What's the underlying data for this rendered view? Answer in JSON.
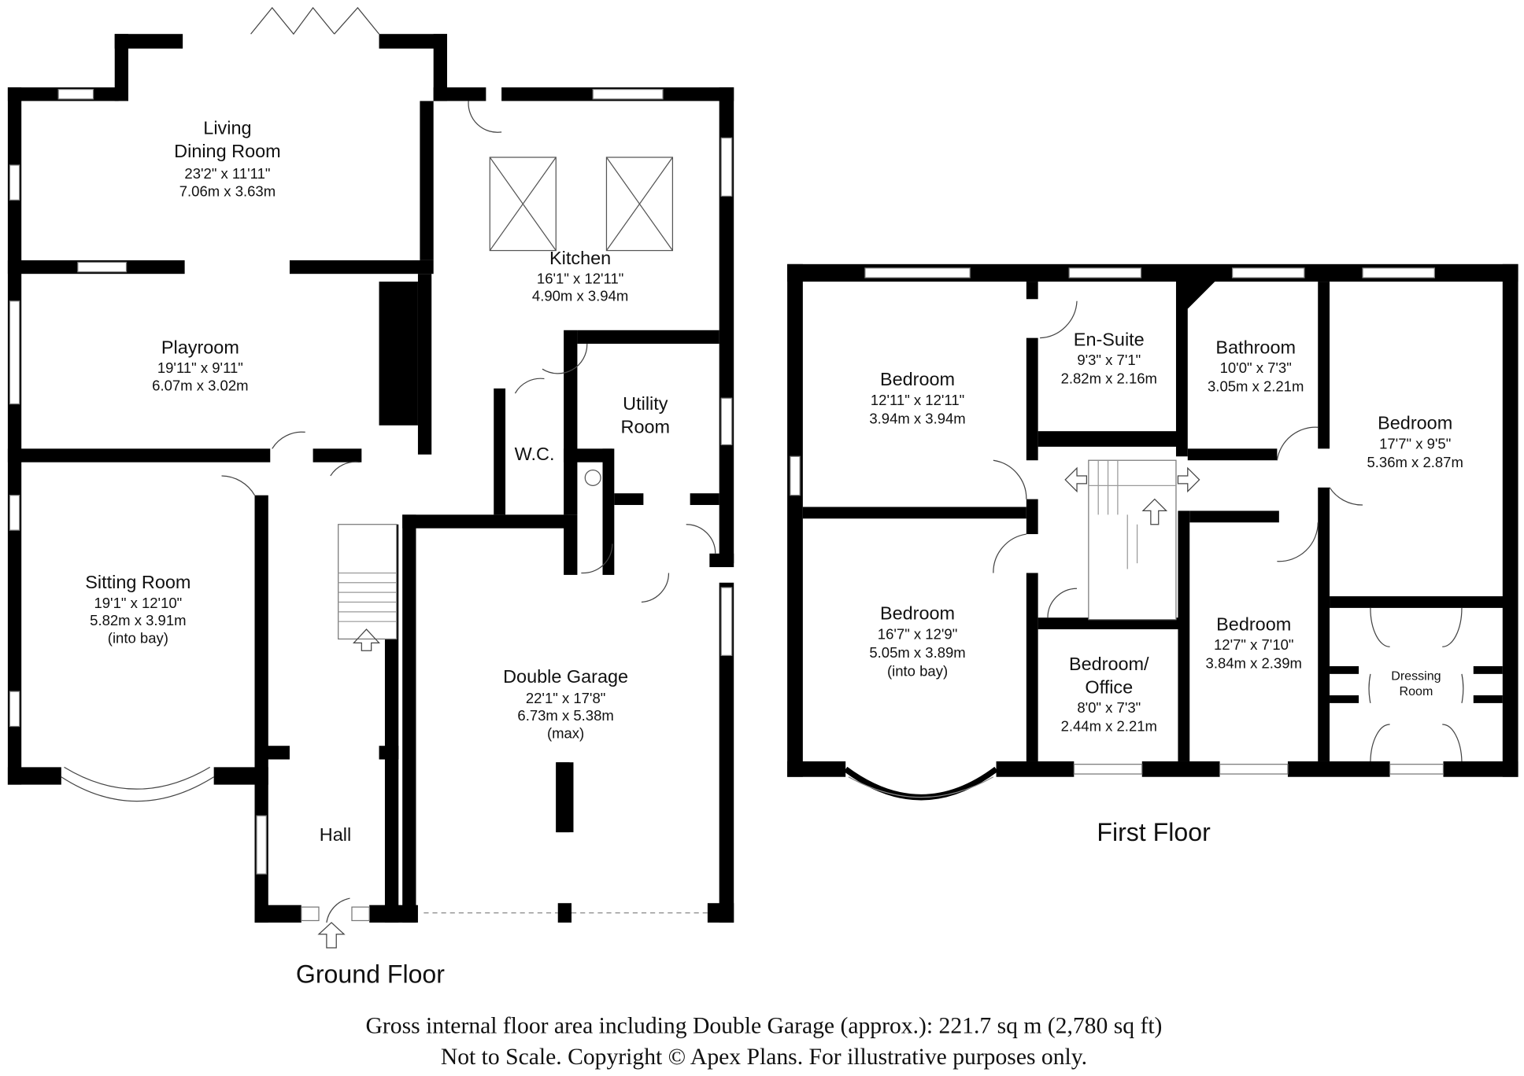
{
  "ground_floor": {
    "title": "Ground Floor",
    "rooms": [
      {
        "name": "Living",
        "name2": "Dining Room",
        "imperial": "23'2\" x 11'11\"",
        "metric": "7.06m x 3.63m"
      },
      {
        "name": "Kitchen",
        "imperial": "16'1\" x 12'11\"",
        "metric": "4.90m x 3.94m"
      },
      {
        "name": "Playroom",
        "imperial": "19'11\" x 9'11\"",
        "metric": "6.07m x 3.02m"
      },
      {
        "name": "Utility",
        "name2": "Room"
      },
      {
        "name": "W.C."
      },
      {
        "name": "Sitting Room",
        "imperial": "19'1\" x 12'10\"",
        "metric": "5.82m x 3.91m",
        "note": "(into bay)"
      },
      {
        "name": "Double Garage",
        "imperial": "22'1\" x 17'8\"",
        "metric": "6.73m x 5.38m",
        "note": "(max)"
      },
      {
        "name": "Hall"
      }
    ]
  },
  "first_floor": {
    "title": "First Floor",
    "rooms": [
      {
        "name": "Bedroom",
        "imperial": "12'11\" x 12'11\"",
        "metric": "3.94m x 3.94m"
      },
      {
        "name": "En-Suite",
        "imperial": "9'3\" x 7'1\"",
        "metric": "2.82m x 2.16m"
      },
      {
        "name": "Bathroom",
        "imperial": "10'0\" x 7'3\"",
        "metric": "3.05m x 2.21m"
      },
      {
        "name": "Bedroom",
        "imperial": "17'7\" x 9'5\"",
        "metric": "5.36m x 2.87m"
      },
      {
        "name": "Bedroom",
        "imperial": "16'7\" x 12'9\"",
        "metric": "5.05m x 3.89m",
        "note": "(into bay)"
      },
      {
        "name": "Bedroom/",
        "name2": "Office",
        "imperial": "8'0\" x 7'3\"",
        "metric": "2.44m x 2.21m"
      },
      {
        "name": "Bedroom",
        "imperial": "12'7\" x 7'10\"",
        "metric": "3.84m x 2.39m"
      },
      {
        "name": "Dressing",
        "name2": "Room"
      }
    ]
  },
  "footer": {
    "line1": "Gross internal floor area including Double Garage (approx.): 221.7 sq m (2,780 sq ft)",
    "line2": "Not to Scale. Copyright © Apex Plans. For illustrative purposes only."
  }
}
